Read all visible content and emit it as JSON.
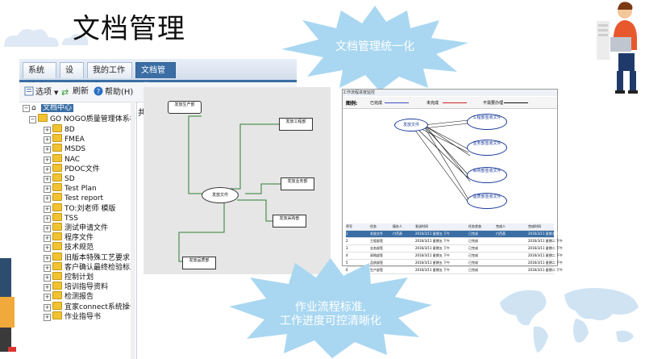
{
  "slide": {
    "title": "文档管理",
    "burst_top": "文档管理统一化",
    "burst_bottom_line1": "作业流程标准,",
    "burst_bottom_line2": "工作进度可控清晰化"
  },
  "app": {
    "tabs": [
      {
        "label": "系统管理"
      },
      {
        "label": "设计"
      },
      {
        "label": "我的工作台"
      },
      {
        "label": "文档管理"
      }
    ],
    "toolbar": {
      "options_label": "选项",
      "refresh_label": "刷新",
      "help_label": "帮助(H)"
    },
    "right_pane_tab": "共",
    "tree": {
      "root": "文档中心",
      "group": "GO NOGO质量管理体系档案",
      "items": [
        "8D",
        "FMEA",
        "MSDS",
        "NAC",
        "PDOC文件",
        "SD",
        "Test Plan",
        "Test report",
        "TO:刘老师   模版",
        "TSS",
        "测试申请文件",
        "程序文件",
        "技术规范",
        "旧版本特殊工艺要求",
        "客户确认最终检验标准",
        "控制计划",
        "培训指导资料",
        "检测报告",
        "宜家connect系统操作",
        "作业指导书"
      ]
    }
  },
  "flow1": {
    "center": "发放文件",
    "nodes": [
      "发放生产部",
      "发放工程部",
      "发放业务部",
      "发放采购部",
      "发放品质部"
    ]
  },
  "flow2": {
    "title": "工作流程进度监控",
    "legend_label": "图例:",
    "legend": [
      "已完成",
      "未完成",
      "不需要办理"
    ],
    "center": "发放文件",
    "nodes": [
      "工程部签收文件",
      "业务部签收文件",
      "采购部签收文件",
      "品质部签收文件"
    ],
    "table_headers": [
      "序号",
      "任务",
      "接办人",
      "发送时间",
      "任务状态",
      "完成人",
      "完成时间"
    ],
    "rows": [
      [
        "1",
        "发放文件",
        "付芭燕",
        "2016/3/11 星期五 下午",
        "已完成",
        "付芭燕",
        "2016/3/11 星期五 下午"
      ],
      [
        "2",
        "工程部签",
        "",
        "2016/3/11 星期五 下午",
        "已完成",
        "",
        "2016/3/11 星期二 下午"
      ],
      [
        "3",
        "业务部签",
        "",
        "2016/3/11 星期五 下午",
        "已完成",
        "",
        "2016/3/11 星期二 下午"
      ],
      [
        "4",
        "采购部签",
        "",
        "2016/3/11 星期五 下午",
        "已完成",
        "",
        "2016/3/11 星期二 下午"
      ],
      [
        "5",
        "品质部签",
        "",
        "2016/3/11 星期五 下午",
        "已完成",
        "",
        "2016/3/11 星期二 下午"
      ],
      [
        "6",
        "生产部签",
        "",
        "2016/3/11 星期五 下午",
        "已完成",
        "",
        "2016/3/11 星期二 下午"
      ]
    ]
  }
}
